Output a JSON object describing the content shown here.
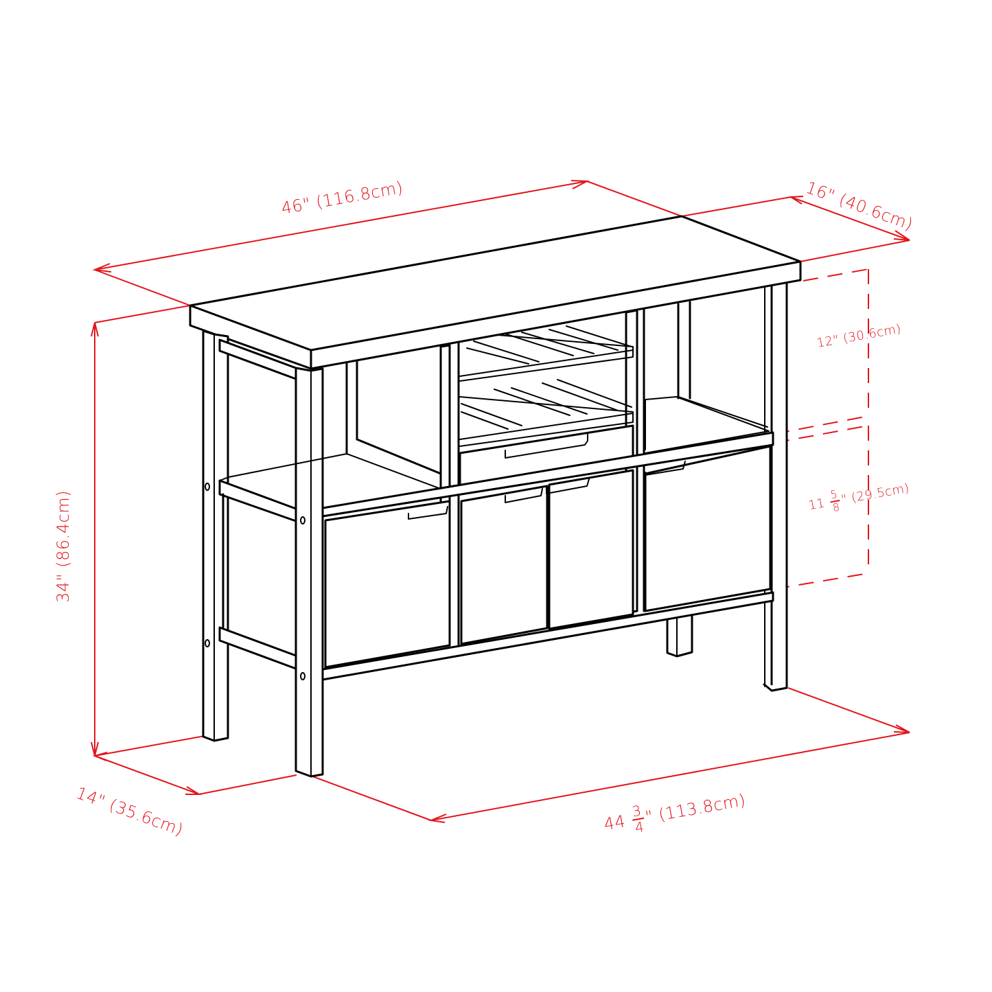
{
  "diagram": {
    "subject": "sideboard-cabinet-dimension-drawing",
    "line_color": "#000000",
    "dimension_color": "#e3141b",
    "background": "#ffffff"
  },
  "dimensions": {
    "top_width": {
      "label": "46\"  (116.8cm)"
    },
    "top_depth": {
      "label": "16\"  (40.6cm)"
    },
    "overall_height": {
      "label": "34\"  (86.4cm)"
    },
    "base_depth": {
      "label": "14\"  (35.6cm)"
    },
    "base_width": {
      "whole": "44",
      "num": "3",
      "den": "4",
      "suffix": "\"  (113.8cm)"
    },
    "upper_shelf_height": {
      "label": "12\"  (30.6cm)"
    },
    "cabinet_height": {
      "whole": "11",
      "num": "5",
      "den": "8",
      "suffix": "\"  (29.5cm)"
    }
  }
}
